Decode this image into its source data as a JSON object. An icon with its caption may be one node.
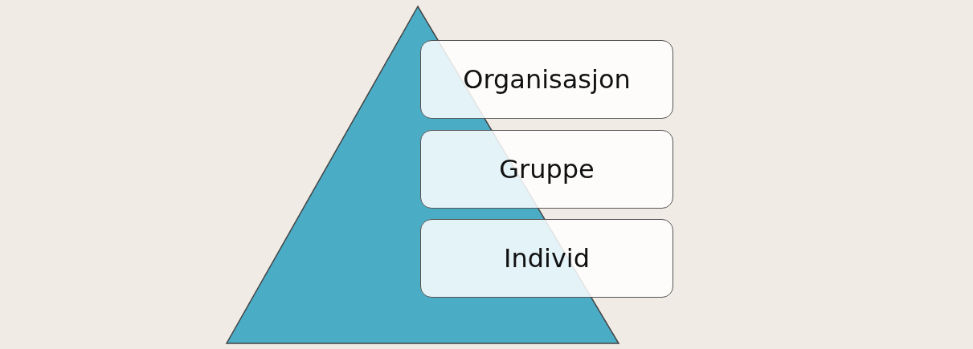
{
  "diagram": {
    "nodes": [
      {
        "text": [
          "Organisasjon"
        ]
      },
      {
        "text": [
          "Gruppe"
        ]
      },
      {
        "text": [
          "Individ"
        ]
      }
    ]
  }
}
